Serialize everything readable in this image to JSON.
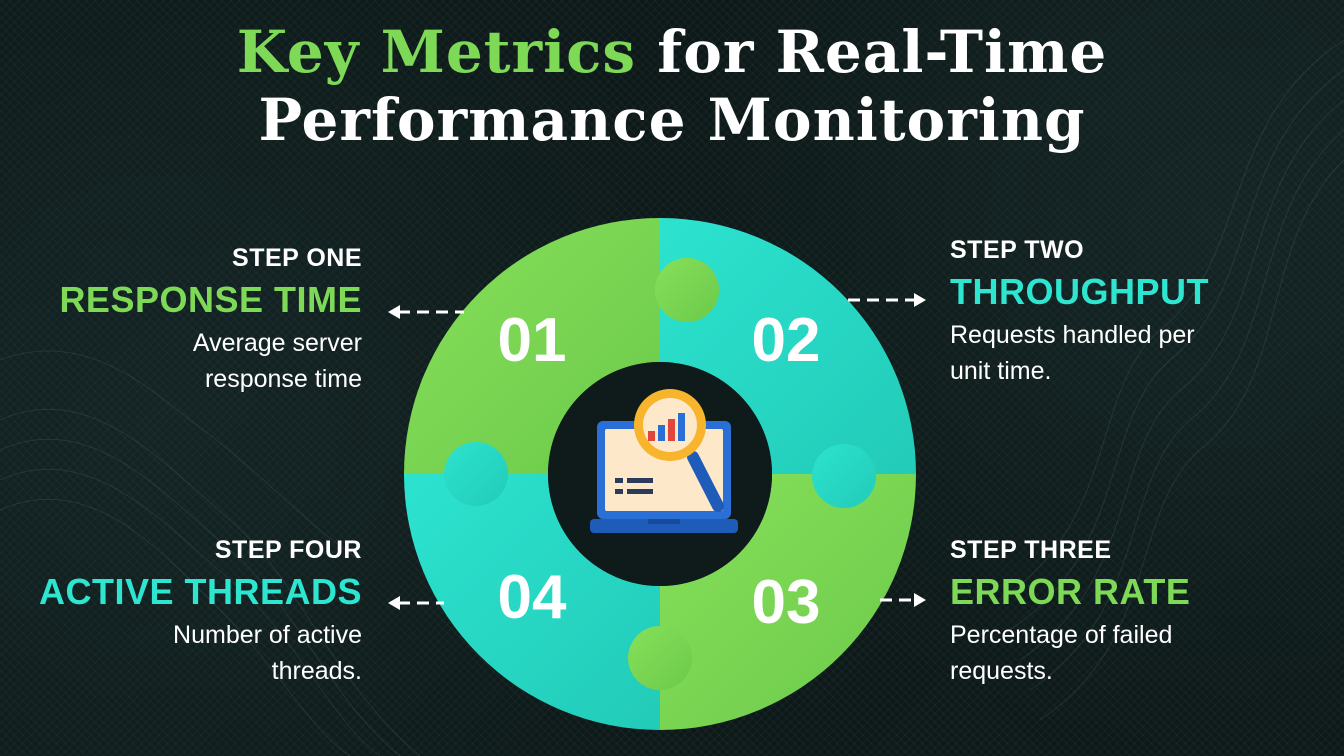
{
  "title": {
    "part1": "Key Metrics",
    "part2": " for Real-Time",
    "part3": "Performance Monitoring"
  },
  "colors": {
    "green": "#7ed957",
    "teal": "#2ee6d0",
    "background": "#0d1919"
  },
  "center_icon": "laptop-analytics-magnifier-icon",
  "steps": [
    {
      "label": "STEP ONE",
      "heading": "RESPONSE TIME",
      "description": "Average server response time",
      "number": "01",
      "color": "#7ed957"
    },
    {
      "label": "STEP TWO",
      "heading": "THROUGHPUT",
      "description": "Requests handled per unit time.",
      "number": "02",
      "color": "#2ee6d0"
    },
    {
      "label": "STEP THREE",
      "heading": "ERROR RATE",
      "description": "Percentage of failed requests.",
      "number": "03",
      "color": "#7ed957"
    },
    {
      "label": "STEP FOUR",
      "heading": "ACTIVE THREADS",
      "description": "Number of active threads.",
      "number": "04",
      "color": "#2ee6d0"
    }
  ]
}
